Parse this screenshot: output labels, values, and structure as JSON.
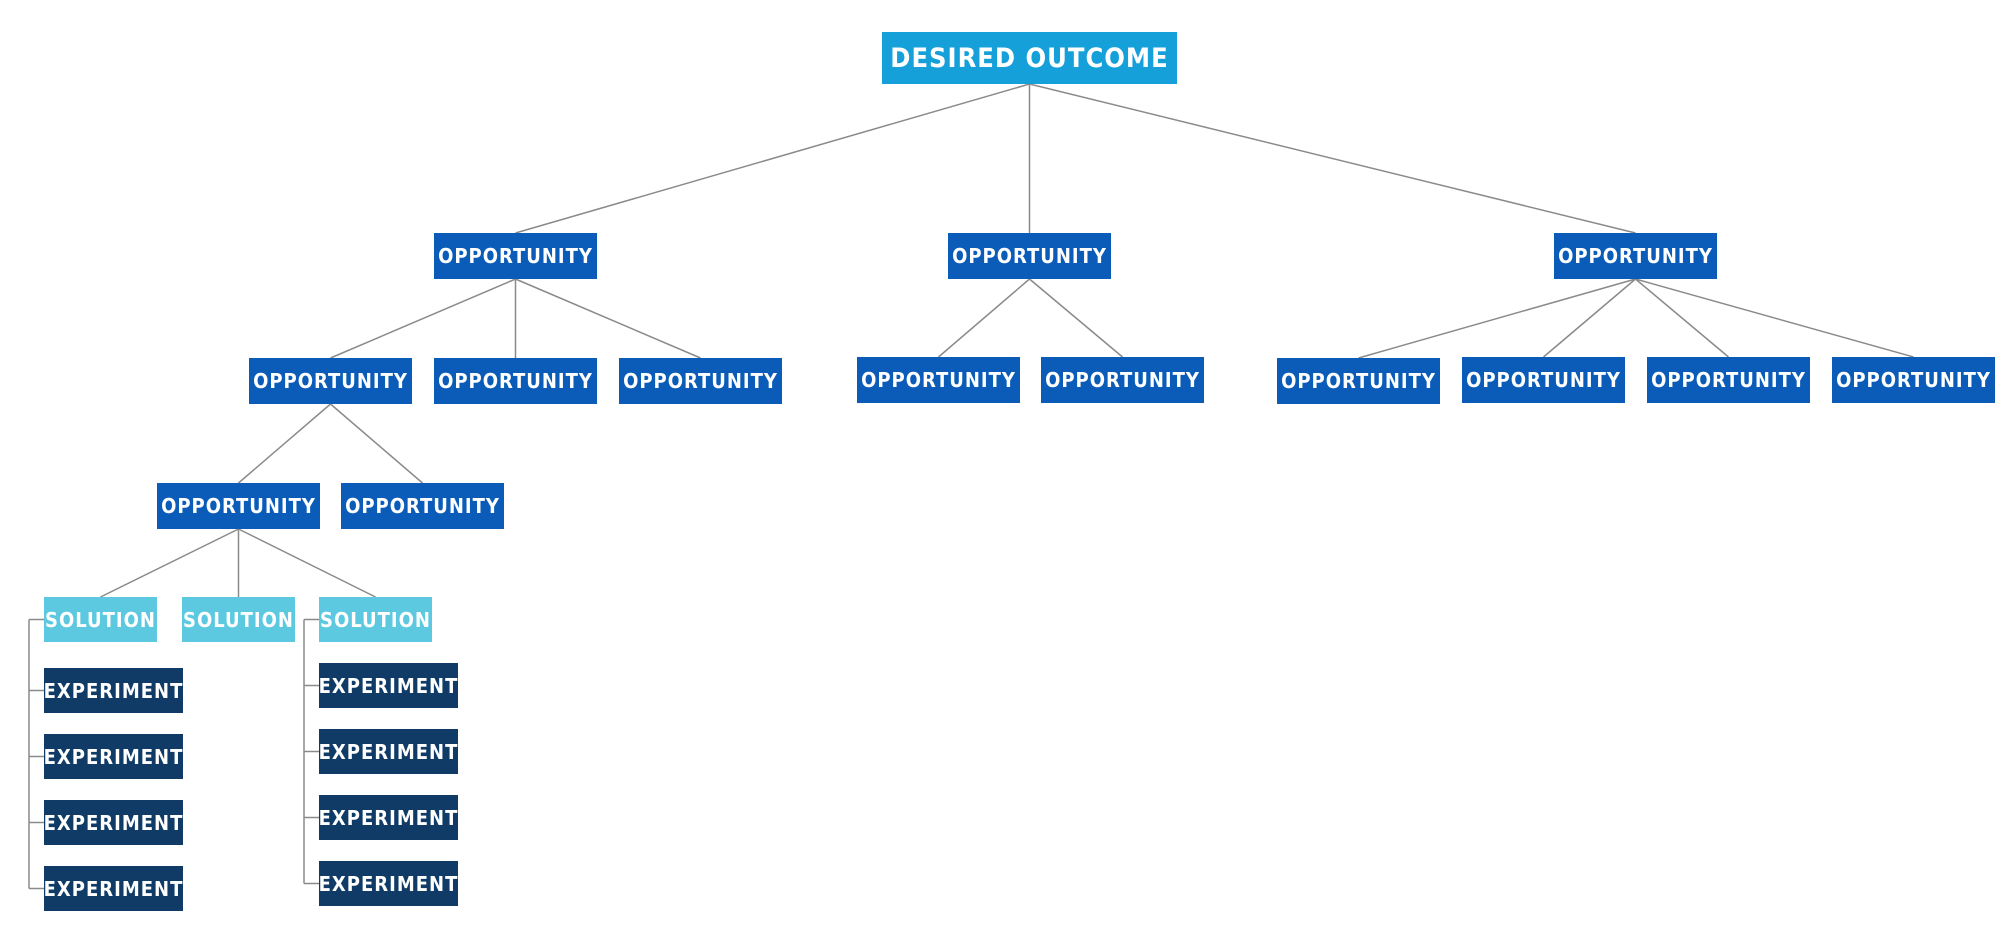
{
  "colors": {
    "outcome": "#15A0DA",
    "opportunity": "#0A5CB8",
    "solution": "#5CC9E0",
    "experiment": "#0F3B66",
    "connector": "#8A8A8A"
  },
  "tree": {
    "outcome": {
      "label": "DESIRED OUTCOME"
    },
    "opportunities_level1": [
      {
        "label": "OPPORTUNITY"
      },
      {
        "label": "OPPORTUNITY"
      },
      {
        "label": "OPPORTUNITY"
      }
    ],
    "opportunities_level2_left": [
      {
        "label": "OPPORTUNITY"
      },
      {
        "label": "OPPORTUNITY"
      },
      {
        "label": "OPPORTUNITY"
      }
    ],
    "opportunities_level2_middle": [
      {
        "label": "OPPORTUNITY"
      },
      {
        "label": "OPPORTUNITY"
      }
    ],
    "opportunities_level2_right": [
      {
        "label": "OPPORTUNITY"
      },
      {
        "label": "OPPORTUNITY"
      },
      {
        "label": "OPPORTUNITY"
      },
      {
        "label": "OPPORTUNITY"
      }
    ],
    "opportunities_level3": [
      {
        "label": "OPPORTUNITY"
      },
      {
        "label": "OPPORTUNITY"
      }
    ],
    "solutions": [
      {
        "label": "SOLUTION"
      },
      {
        "label": "SOLUTION"
      },
      {
        "label": "SOLUTION"
      }
    ],
    "experiments_solution1": [
      {
        "label": "EXPERIMENT"
      },
      {
        "label": "EXPERIMENT"
      },
      {
        "label": "EXPERIMENT"
      },
      {
        "label": "EXPERIMENT"
      }
    ],
    "experiments_solution3": [
      {
        "label": "EXPERIMENT"
      },
      {
        "label": "EXPERIMENT"
      },
      {
        "label": "EXPERIMENT"
      },
      {
        "label": "EXPERIMENT"
      }
    ]
  }
}
